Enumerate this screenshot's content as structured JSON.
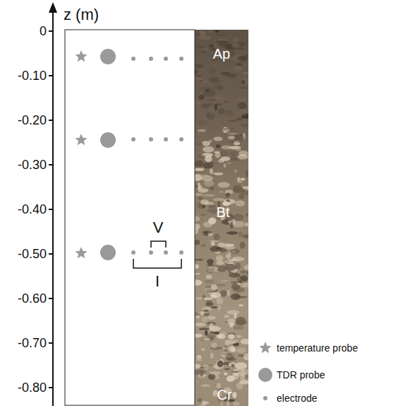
{
  "diagram": {
    "labels": [
      "z (m)",
      "0",
      "-0.10",
      "-0.20",
      "-0.30",
      "-0.40",
      "-0.50",
      "-0.60",
      "-0.70",
      "-0.80",
      "Ap",
      "Bt",
      "Cr",
      "V",
      "I"
    ],
    "legend": [
      {
        "text": "temperature probe"
      },
      {
        "text": "TDR probe"
      },
      {
        "text": "electrode"
      }
    ]
  }
}
